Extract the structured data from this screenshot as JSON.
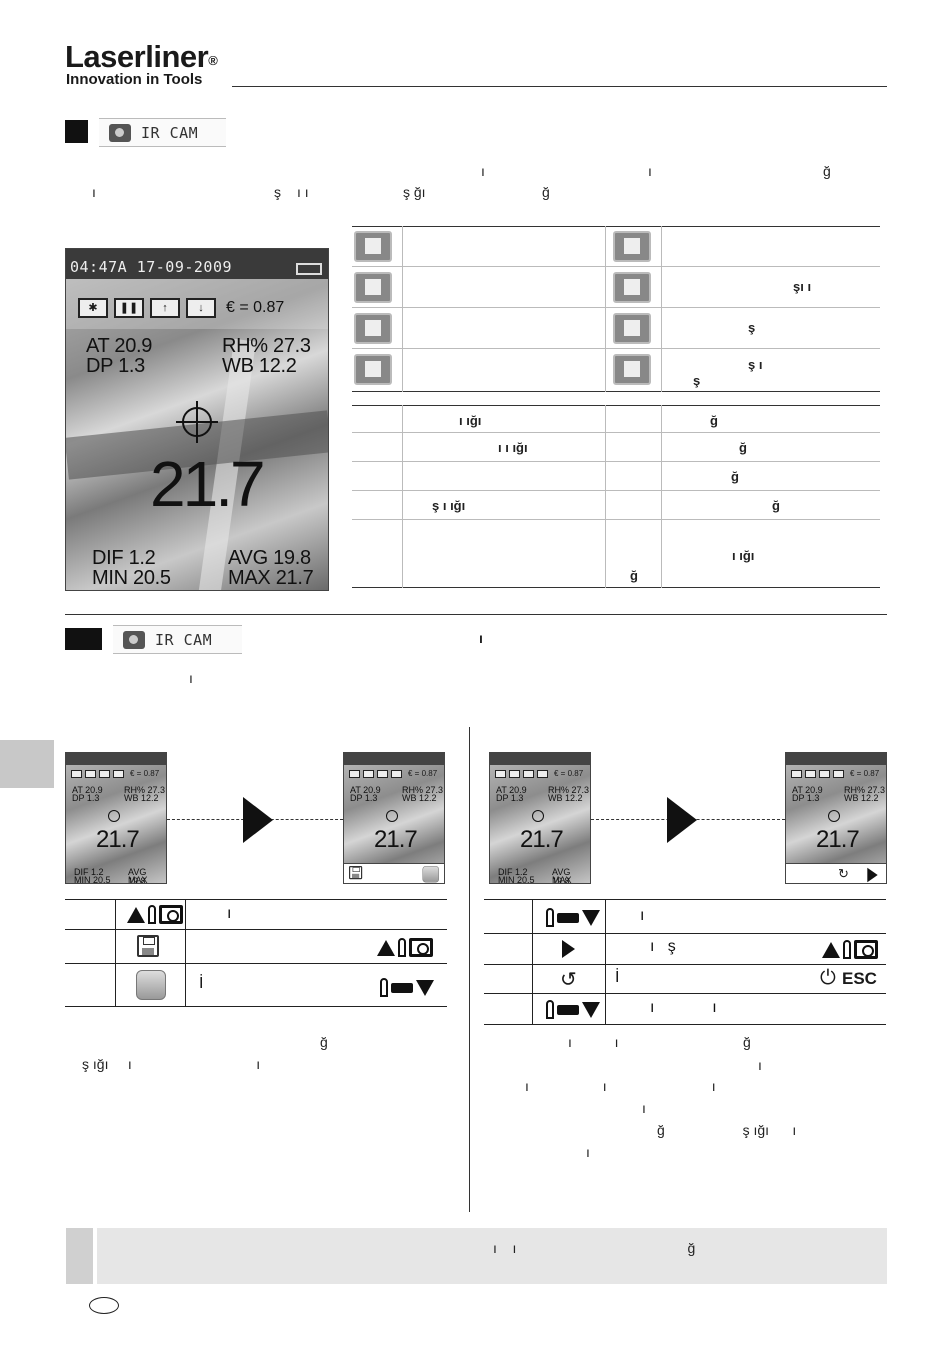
{
  "header": {
    "brand": "Laserliner",
    "registered": "®",
    "tagline": "Innovation in Tools"
  },
  "section1": {
    "tag_label": "IR CAM",
    "intro_line1": [
      "ı",
      "ı",
      "ğ"
    ],
    "intro_line2": [
      "ı",
      "ş",
      "ı ı",
      "ş ğı",
      "ğ"
    ]
  },
  "screen": {
    "datetime": "04:47A 17-09-2009",
    "emissivity": "€ = 0.87",
    "at": "AT 20.9",
    "rh": "RH% 27.3",
    "dp": "DP 1.3",
    "wb": "WB   12.2",
    "temp": "21.7",
    "dif": "DIF 1.2",
    "avg": "AVG 19.8",
    "min": "MIN 20.5",
    "max": "MAX 21.7"
  },
  "icon_table": {
    "rows": [
      {
        "left_icon": "camera-icon",
        "left_text": "",
        "right_icon": "alarm-high-icon",
        "right_text": ""
      },
      {
        "left_icon": "play-icon",
        "left_text": "",
        "right_icon": "bell-icon",
        "right_text": "şı   ı"
      },
      {
        "left_icon": "pause-icon",
        "left_text": "",
        "right_icon": "alarm-low-icon",
        "right_text": "ş"
      },
      {
        "left_icon": "snowflake-icon",
        "left_text": "",
        "right_icon": "bell-icon",
        "right_text": "ş         ı",
        "right_text2": "ş"
      }
    ]
  },
  "num_table": {
    "rows": [
      {
        "a": "ı     ığı",
        "b": "ğ"
      },
      {
        "a": "ı   ı       ığı",
        "b": "ğ"
      },
      {
        "a": "",
        "b": "ğ"
      },
      {
        "a": "ş                        ı     ığı",
        "b": "ğ"
      },
      {
        "a": "",
        "b": "ı     ığı",
        "b_left": "ğ"
      }
    ]
  },
  "section2": {
    "tag_label": "IR CAM",
    "heading_frag": "ı",
    "sub_frag": "ı"
  },
  "mini_screen": {
    "emissivity": "€ = 0.87",
    "at": "AT 20.9",
    "dp": "DP 1.3",
    "rh": "RH% 27.3",
    "wb": "WB   12.2",
    "temp": "21.7",
    "dif": "DIF 1.2",
    "min": "MIN 20.5",
    "avg": "AVG 19.8",
    "max": "MAX 21.7"
  },
  "left_table": {
    "rows": [
      {
        "icon": "up-camera-icon",
        "text": "ı"
      },
      {
        "icon": "save-icon",
        "text": ""
      },
      {
        "icon": "trash-icon",
        "text": "İ"
      }
    ],
    "para1": "ğ",
    "para2": "ş ığı     ı                                ı"
  },
  "right_table": {
    "rows": [
      {
        "icon": "probe-down-icon",
        "text": "ı"
      },
      {
        "icon": "play-icon",
        "text": "ı   ş"
      },
      {
        "icon": "undo-icon",
        "text": "İ",
        "end": "ESC"
      },
      {
        "icon": "probe-down-icon",
        "text": "ı             ı"
      }
    ],
    "lines": [
      "ı           ı                                ğ",
      "ı",
      "ı                   ı                           ı",
      "ı",
      "ğ                    ş ığı      ı",
      "ı"
    ]
  },
  "note": {
    "text": "ı    ı                                            ğ"
  },
  "colors": {
    "ink": "#1a1a1a",
    "rule": "#333333",
    "note_bg": "#e6e6e6",
    "tab_gray": "#c8c8c8"
  }
}
